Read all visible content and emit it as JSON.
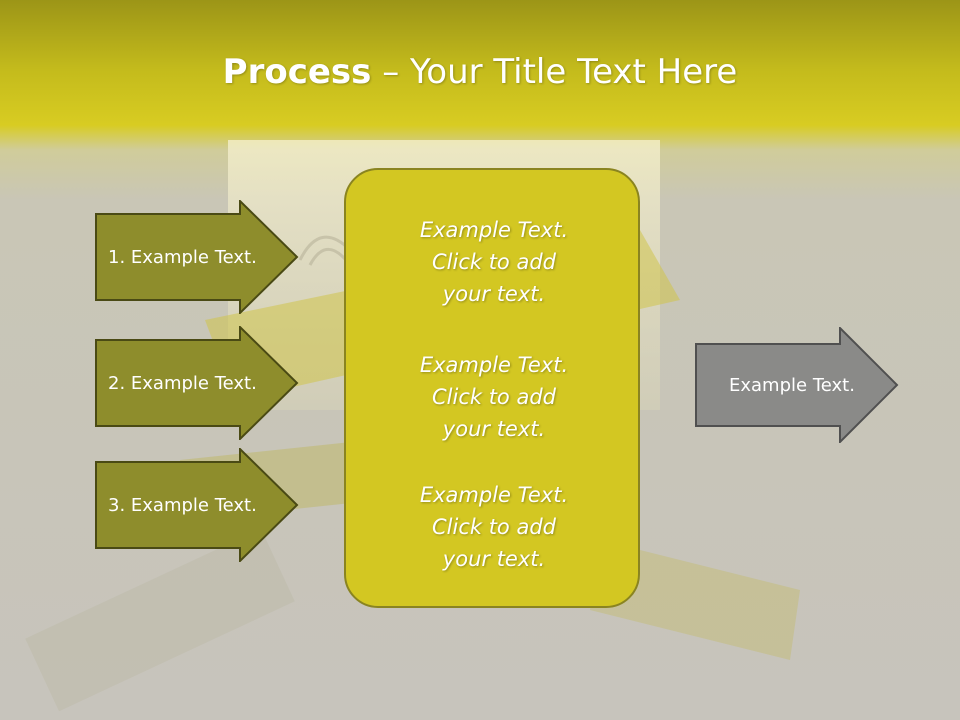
{
  "title": {
    "bold": "Process",
    "dash": " – ",
    "rest": "Your Title Text Here"
  },
  "left_arrows": [
    {
      "label": "1. Example Text."
    },
    {
      "label": "2. Example Text."
    },
    {
      "label": "3. Example Text."
    }
  ],
  "center_items": [
    {
      "line1": "Example Text.",
      "line2": "Click  to add",
      "line3": "your text."
    },
    {
      "line1": "Example Text.",
      "line2": "Click  to add",
      "line3": "your text."
    },
    {
      "line1": "Example Text.",
      "line2": "Click  to add",
      "line3": "your text."
    }
  ],
  "right_arrow": {
    "label": "Example Text."
  },
  "colors": {
    "arrow_olive": "#8e8d2c",
    "arrow_border": "#4a4a14",
    "center_fill": "#d3c722",
    "right_arrow": "#8a8a88"
  }
}
